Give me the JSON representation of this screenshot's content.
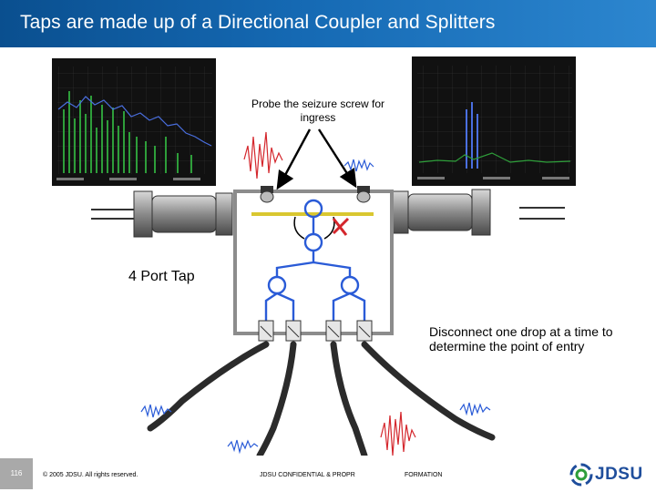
{
  "slide": {
    "title": "Taps are made up of a Directional Coupler and Splitters",
    "callouts": {
      "probe": "Probe the seizure screw for ingress",
      "tap": "4 Port Tap",
      "disconnect": "Disconnect one drop at a time to determine the point of entry"
    }
  },
  "footer": {
    "page_number": "116",
    "copyright": "© 2005 JDSU. All rights reserved.",
    "confidential": "JDSU CONFIDENTIAL & PROPR",
    "confidential_tail": "FORMATION",
    "logo": "JDSU"
  },
  "colors": {
    "title_bar": "#1569b3",
    "signal_blue": "#2a5bd7",
    "ingress_red": "#d4262c",
    "spectrum_green": "#2e9e3a"
  }
}
